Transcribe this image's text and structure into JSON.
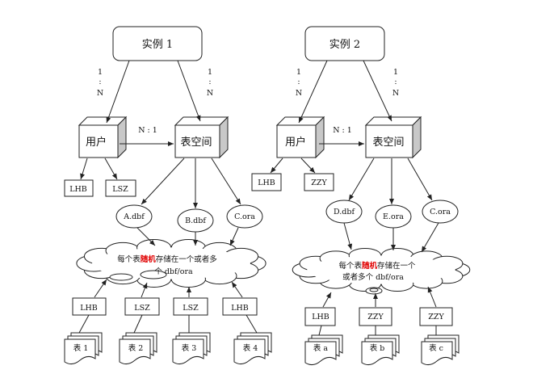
{
  "left": {
    "instance": "实例 1",
    "ratio_left": [
      "1",
      ":",
      "N"
    ],
    "ratio_right": [
      "1",
      ":",
      "N"
    ],
    "user": "用户",
    "tablespace": "表空间",
    "n1": "N : 1",
    "users": [
      "LHB",
      "LSZ"
    ],
    "files": [
      "A.dbf",
      "B.dbf",
      "C.ora"
    ],
    "cloud": {
      "pre": "每个表",
      "highlight": "随机",
      "post": "存储在一个或者多",
      "line2": "个 dbf/ora"
    },
    "owners": [
      "LHB",
      "LSZ",
      "LSZ",
      "LHB"
    ],
    "tables": [
      "表 1",
      "表 2",
      "表 3",
      "表 4"
    ]
  },
  "right": {
    "instance": "实例 2",
    "ratio_left": [
      "1",
      ":",
      "N"
    ],
    "ratio_right": [
      "1",
      ":",
      "N"
    ],
    "user": "用户",
    "tablespace": "表空间",
    "n1": "N : 1",
    "users": [
      "LHB",
      "ZZY"
    ],
    "files": [
      "D.dbf",
      "E.ora",
      "C.ora"
    ],
    "cloud": {
      "pre": "每个表",
      "highlight": "随机",
      "post": "存储在一个",
      "line2": "或者多个 dbf/ora"
    },
    "owners": [
      "LHB",
      "ZZY",
      "ZZY"
    ],
    "tables": [
      "表 a",
      "表 b",
      "表 c"
    ]
  },
  "colors": {
    "highlight": "#e00000",
    "cube_side": "#c8c8c8",
    "line": "#333333"
  }
}
